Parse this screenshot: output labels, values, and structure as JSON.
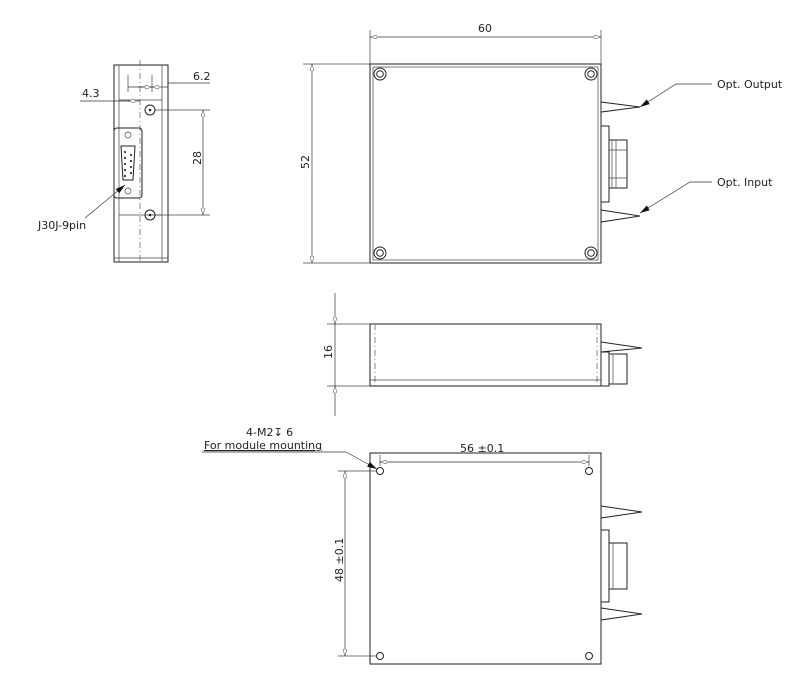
{
  "drawing": {
    "front_view": {
      "dim_top": "4.3",
      "dim_top2": "6.2",
      "dim_pitch": "28",
      "connector_label": "J30J-9pin"
    },
    "top_view": {
      "width": "60",
      "height": "52",
      "output_label": "Opt. Output",
      "input_label": "Opt. Input"
    },
    "side_view": {
      "thickness": "16"
    },
    "bottom_view": {
      "hole_spec": "4-M2↧ 6",
      "hole_note": "For module mounting",
      "hole_pitch_x": "56 ±0.1",
      "hole_pitch_y": "48 ±0.1"
    }
  }
}
